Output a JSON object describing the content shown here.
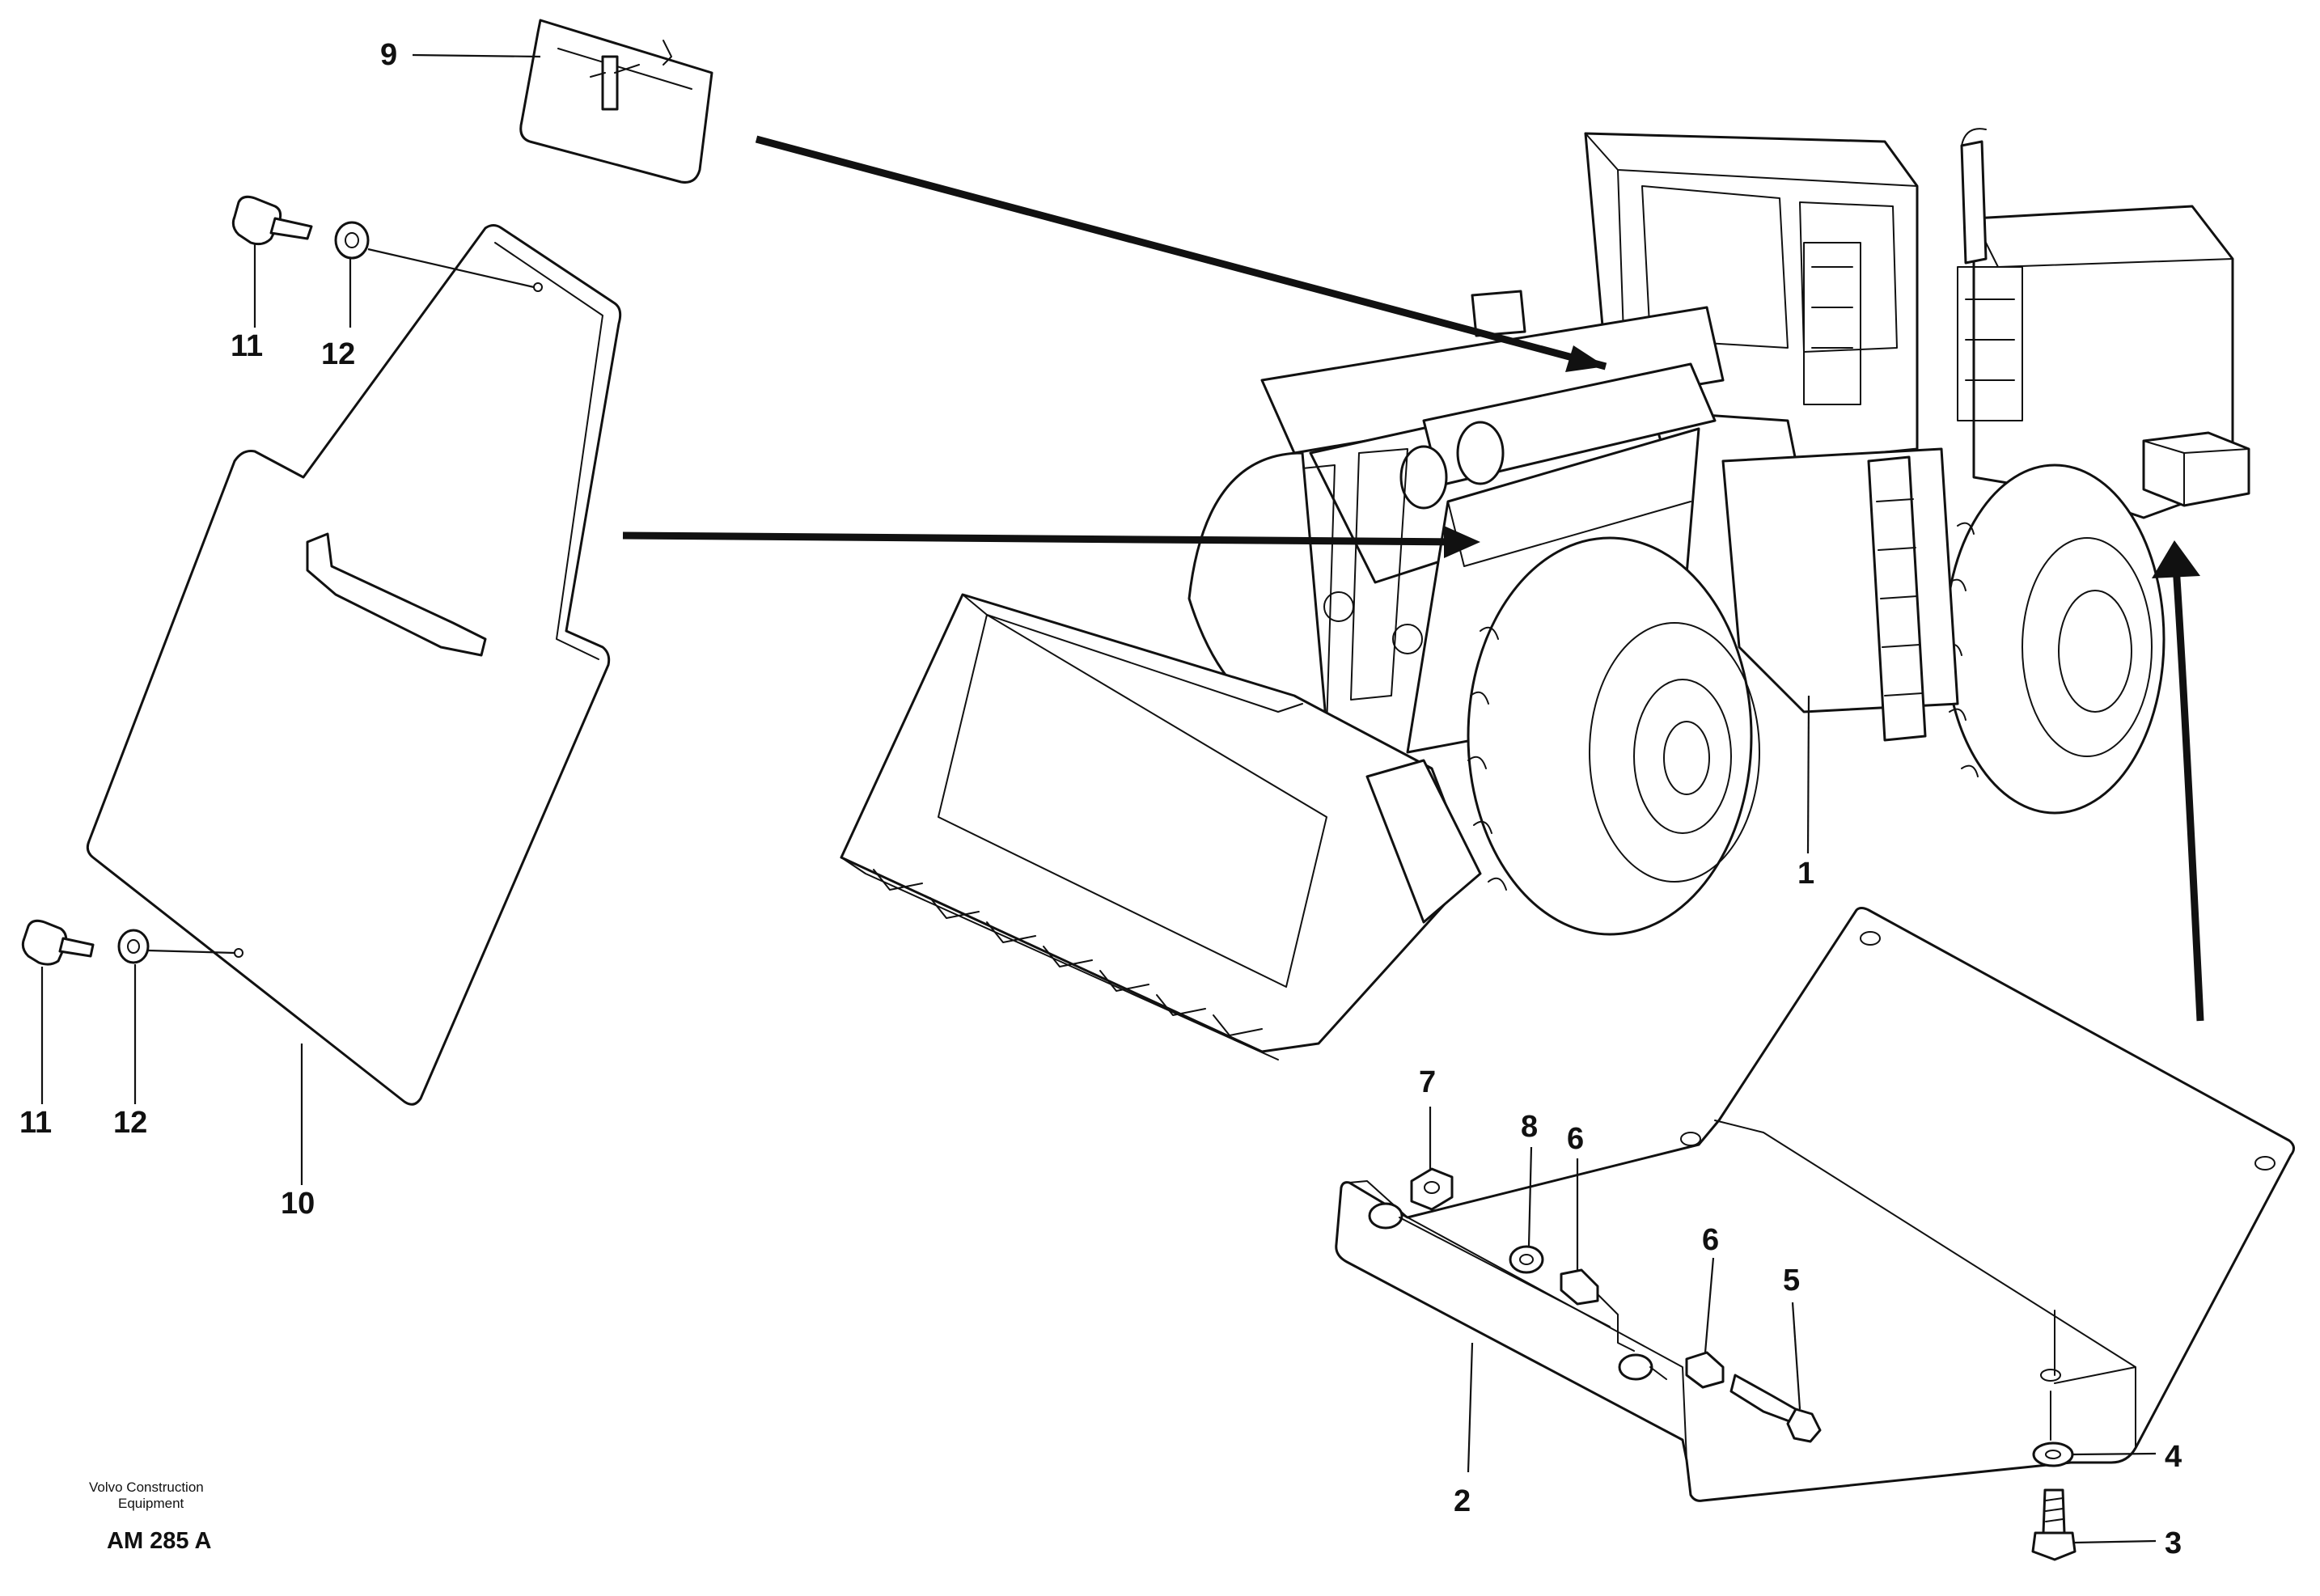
{
  "diagram": {
    "callouts": {
      "c1": "1",
      "c2": "2",
      "c3": "3",
      "c4": "4",
      "c5": "5",
      "c6a": "6",
      "c6b": "6",
      "c7": "7",
      "c8": "8",
      "c9": "9",
      "c10": "10",
      "c11a": "11",
      "c11b": "11",
      "c12a": "12",
      "c12b": "12"
    },
    "footer": {
      "company_line1": "Volvo Construction",
      "company_line2": "Equipment",
      "code": "AM 285 A"
    }
  }
}
